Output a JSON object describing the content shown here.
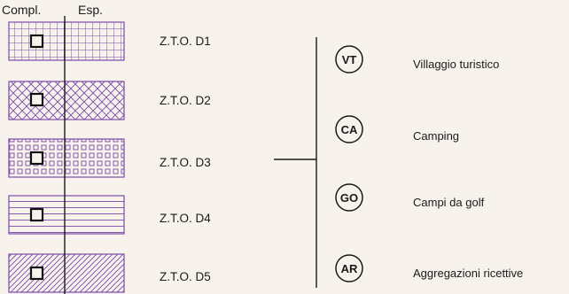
{
  "header": {
    "compl_label": "Compl.",
    "esp_label": "Esp."
  },
  "zones": [
    {
      "label": "Z.T.O. D1",
      "pattern": "square-grid"
    },
    {
      "label": "Z.T.O. D2",
      "pattern": "diagonal-cross-hatch"
    },
    {
      "label": "Z.T.O. D3",
      "pattern": "small-squares"
    },
    {
      "label": "Z.T.O. D4",
      "pattern": "horizontal-lines"
    },
    {
      "label": "Z.T.O. D5",
      "pattern": "diagonal-lines"
    }
  ],
  "categories": [
    {
      "abbr": "VT",
      "label": "Villaggio turistico"
    },
    {
      "abbr": "CA",
      "label": "Camping"
    },
    {
      "abbr": "GO",
      "label": "Campi da golf"
    },
    {
      "abbr": "AR",
      "label": "Aggregazioni ricettive"
    }
  ],
  "colors": {
    "pattern_stroke": "#7a4aa8",
    "line": "#1a1a1a",
    "background": "#f7f3ec"
  }
}
